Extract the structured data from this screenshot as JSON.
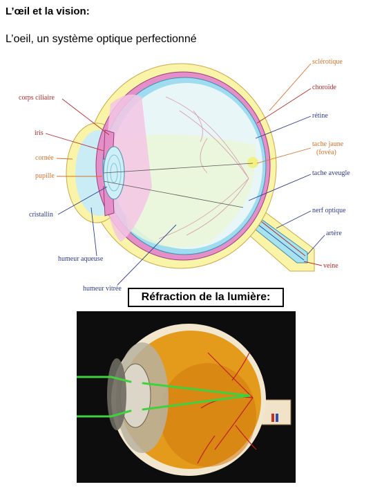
{
  "page": {
    "title": "L’œil et la vision:",
    "subtitle": "L’oeil, un système optique perfectionné"
  },
  "diagram": {
    "labels": {
      "sclerotique": "sclérotique",
      "choroide": "choroïde",
      "retine": "rétine",
      "tache_jaune_1": "tache jaune",
      "tache_jaune_2": "(fovéa)",
      "tache_aveugle": "tache aveugle",
      "nerf_optique": "nerf optique",
      "artere": "artère",
      "veine": "veine",
      "corps_ciliaire": "corps ciliaire",
      "iris": "iris",
      "cornee": "cornée",
      "pupille": "pupille",
      "cristallin": "cristallin",
      "humeur_aqueuse": "humeur aqueuse",
      "humeur_vitree": "humeur vitrée"
    },
    "colors": {
      "sclera": "#f9f4a8",
      "choroid": "#e58fc8",
      "retina": "#9fdcf0",
      "vitreous": "#e8f6f8",
      "nerve": "#a7e3ef",
      "label_red": "#b5282a",
      "label_orange": "#d4702a",
      "label_blue": "#2e3a8c"
    }
  },
  "refraction": {
    "caption": "Réfraction de la lumière:",
    "colors": {
      "ray": "#3fd13f",
      "background": "#0d0d0d",
      "globe": "#e49a1a"
    }
  }
}
